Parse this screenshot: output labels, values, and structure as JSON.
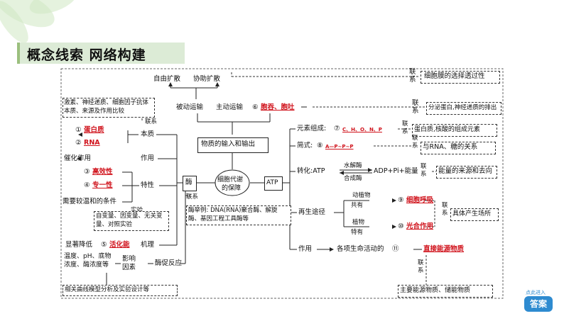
{
  "header": {
    "title": "概念线索  网络构建"
  },
  "center": {
    "label": "细胞代谢的保障",
    "line1": "细胞代谢",
    "line2": "的保障"
  },
  "transport": {
    "top": "物质的输入和输出",
    "free": "自由扩散",
    "assist": "协助扩散",
    "passive": "被动运输",
    "active": "主动运输",
    "num6": "⑥",
    "ans6": "胞吞、胞吐",
    "note_membrane": "细胞膜的选择透过性",
    "note_secretion": "分泌蛋白,神经递质的排出",
    "link": "联系"
  },
  "enzyme": {
    "node": "酶",
    "comparison": "激素、神经递质、细胞因子抗体本质、来源及作用比较",
    "essence": "本质",
    "num1": "①",
    "ans1": "蛋白质",
    "num2": "②",
    "ans2": "RNA",
    "function": "作用",
    "catalysis": "催化作用",
    "property": "特性",
    "num3": "③",
    "ans3": "高效性",
    "num4": "④",
    "ans4": "专一性",
    "mild": "需要较温和的条件",
    "experiment": "实验",
    "variables": "自变量、因变量、无关变量、对照实验",
    "mechanism": "机理",
    "lower": "显著降低",
    "num5": "⑤",
    "ans5": "活化能",
    "factors_left": "温度、pH、底物浓度、酶浓度等",
    "factors": "影响因素",
    "reaction": "酶促反应",
    "curve": "相关曲线模型分析及实验设计等",
    "examples": "酶举例: DNA(RNA)聚合酶、解旋酶、基因工程工具酶等",
    "link": "联系"
  },
  "atp": {
    "node": "ATP",
    "elements": "元素组成:",
    "num7": "⑦",
    "ans7": "C、H、O、N、P",
    "protein_note": "蛋白质,核酸的组成元素",
    "formula": "简式:",
    "num8": "⑧",
    "ans8": "A—P~P~P",
    "rna_note": "与RNA、糖的关系",
    "convert": "转化:ATP",
    "hydrolase": "水解酶",
    "synthase": "合成酶",
    "products": "ADP+Pi+能量",
    "energy_note": "能量的来源和去向",
    "regen": "再生途径",
    "animal_plant": "动植物",
    "common": "共有",
    "num9": "⑨",
    "ans9": "细胞呼吸",
    "plant": "植物",
    "unique": "特有",
    "num10": "⑩",
    "ans10": "光合作用",
    "site_note": "具体产生场所",
    "role": "作用",
    "role_text": "各项生命活动的",
    "num11": "⑪",
    "ans11": "直接能源物质",
    "main_note": "主要能源物质、储能物质",
    "link": "联系"
  },
  "answer_button": {
    "top": "点此进入",
    "label": "答案"
  }
}
